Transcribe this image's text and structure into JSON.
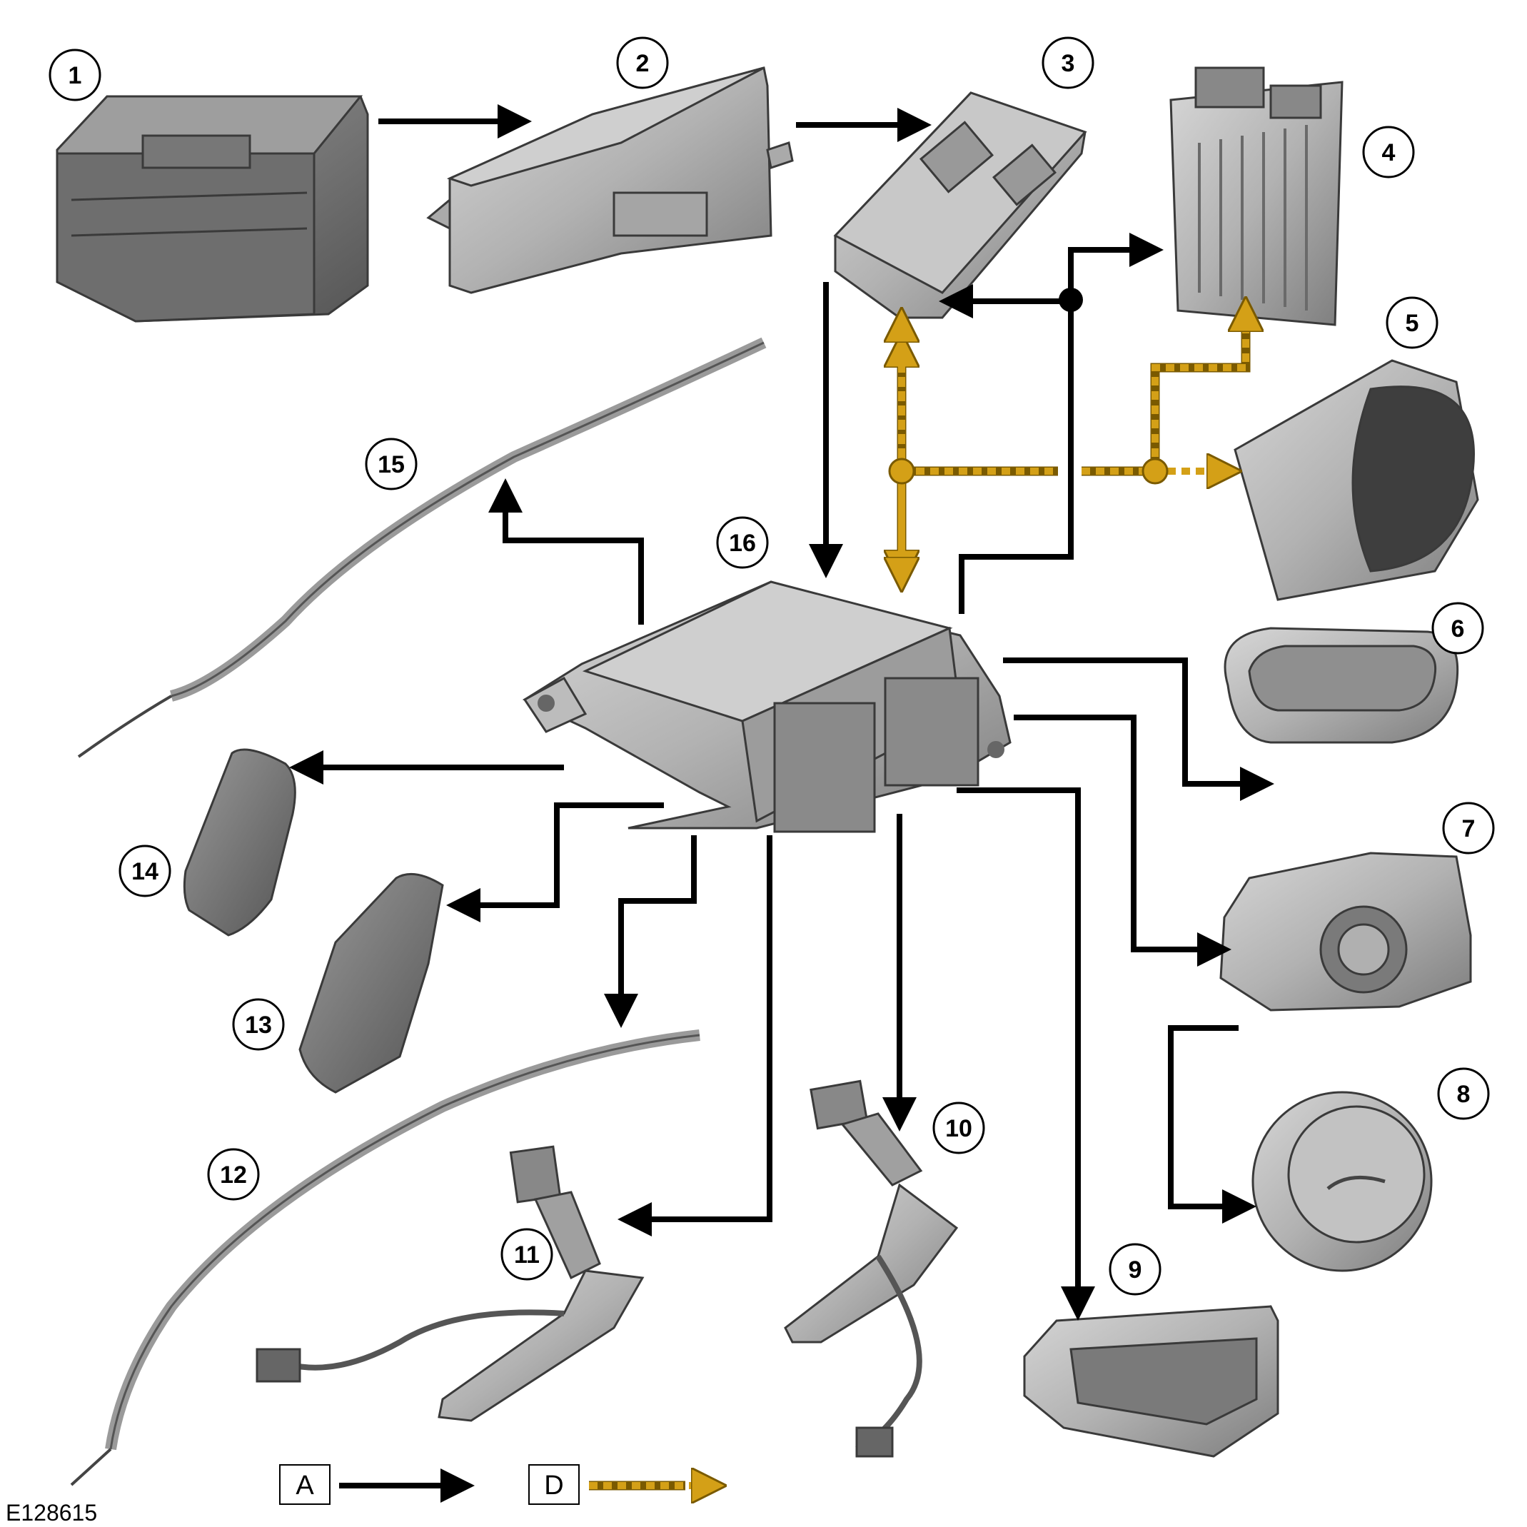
{
  "figure_ref": "E128615",
  "legend": {
    "a": {
      "letter": "A"
    },
    "d": {
      "letter": "D"
    }
  },
  "components": [
    {
      "number": "1",
      "icon": "battery-icon"
    },
    {
      "number": "2",
      "icon": "battery-junction-box-icon"
    },
    {
      "number": "3",
      "icon": "fuse-box-icon"
    },
    {
      "number": "4",
      "icon": "engine-control-module-icon"
    },
    {
      "number": "5",
      "icon": "instrument-cluster-icon"
    },
    {
      "number": "6",
      "icon": "passenger-airbag-icon"
    },
    {
      "number": "7",
      "icon": "clockspring-icon"
    },
    {
      "number": "8",
      "icon": "driver-airbag-icon"
    },
    {
      "number": "9",
      "icon": "overhead-console-icon"
    },
    {
      "number": "10",
      "icon": "seatbelt-pretensioner-icon"
    },
    {
      "number": "11",
      "icon": "seatbelt-pretensioner-icon"
    },
    {
      "number": "12",
      "icon": "curtain-airbag-icon"
    },
    {
      "number": "13",
      "icon": "side-airbag-icon"
    },
    {
      "number": "14",
      "icon": "side-airbag-icon"
    },
    {
      "number": "15",
      "icon": "curtain-airbag-icon"
    },
    {
      "number": "16",
      "icon": "restraints-control-module-icon"
    }
  ],
  "colors": {
    "hardwired": "#000000",
    "can_bus": "#d4a017",
    "part_fill": "#b9b9b9",
    "part_dark": "#8a8a8a"
  }
}
